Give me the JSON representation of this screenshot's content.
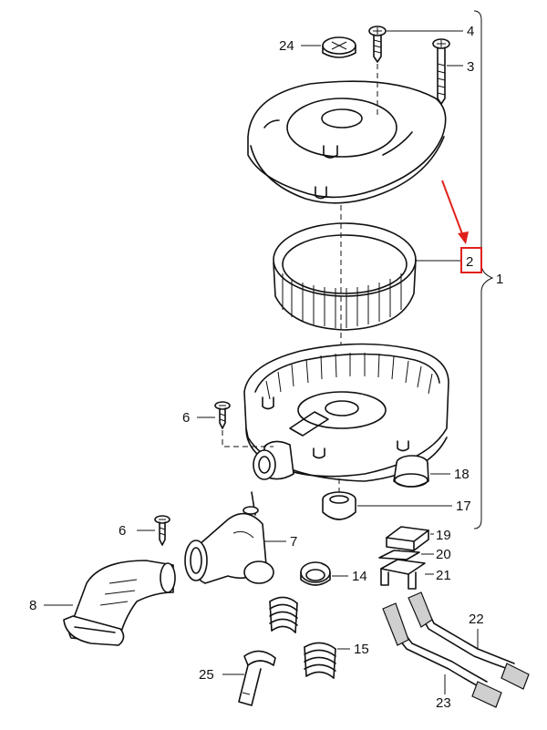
{
  "callouts": {
    "p1": "1",
    "p2": "2",
    "p3": "3",
    "p4": "4",
    "p6a": "6",
    "p6b": "6",
    "p7": "7",
    "p8": "8",
    "p14": "14",
    "p15": "15",
    "p17": "17",
    "p18": "18",
    "p19": "19",
    "p20": "20",
    "p21": "21",
    "p22": "22",
    "p23": "23",
    "p24": "24",
    "p25": "25"
  },
  "highlight": {
    "callout": "2",
    "box_color": "#e0201b",
    "arrow_color": "#e0201b"
  },
  "colors": {
    "line": "#111111",
    "background": "#ffffff"
  }
}
